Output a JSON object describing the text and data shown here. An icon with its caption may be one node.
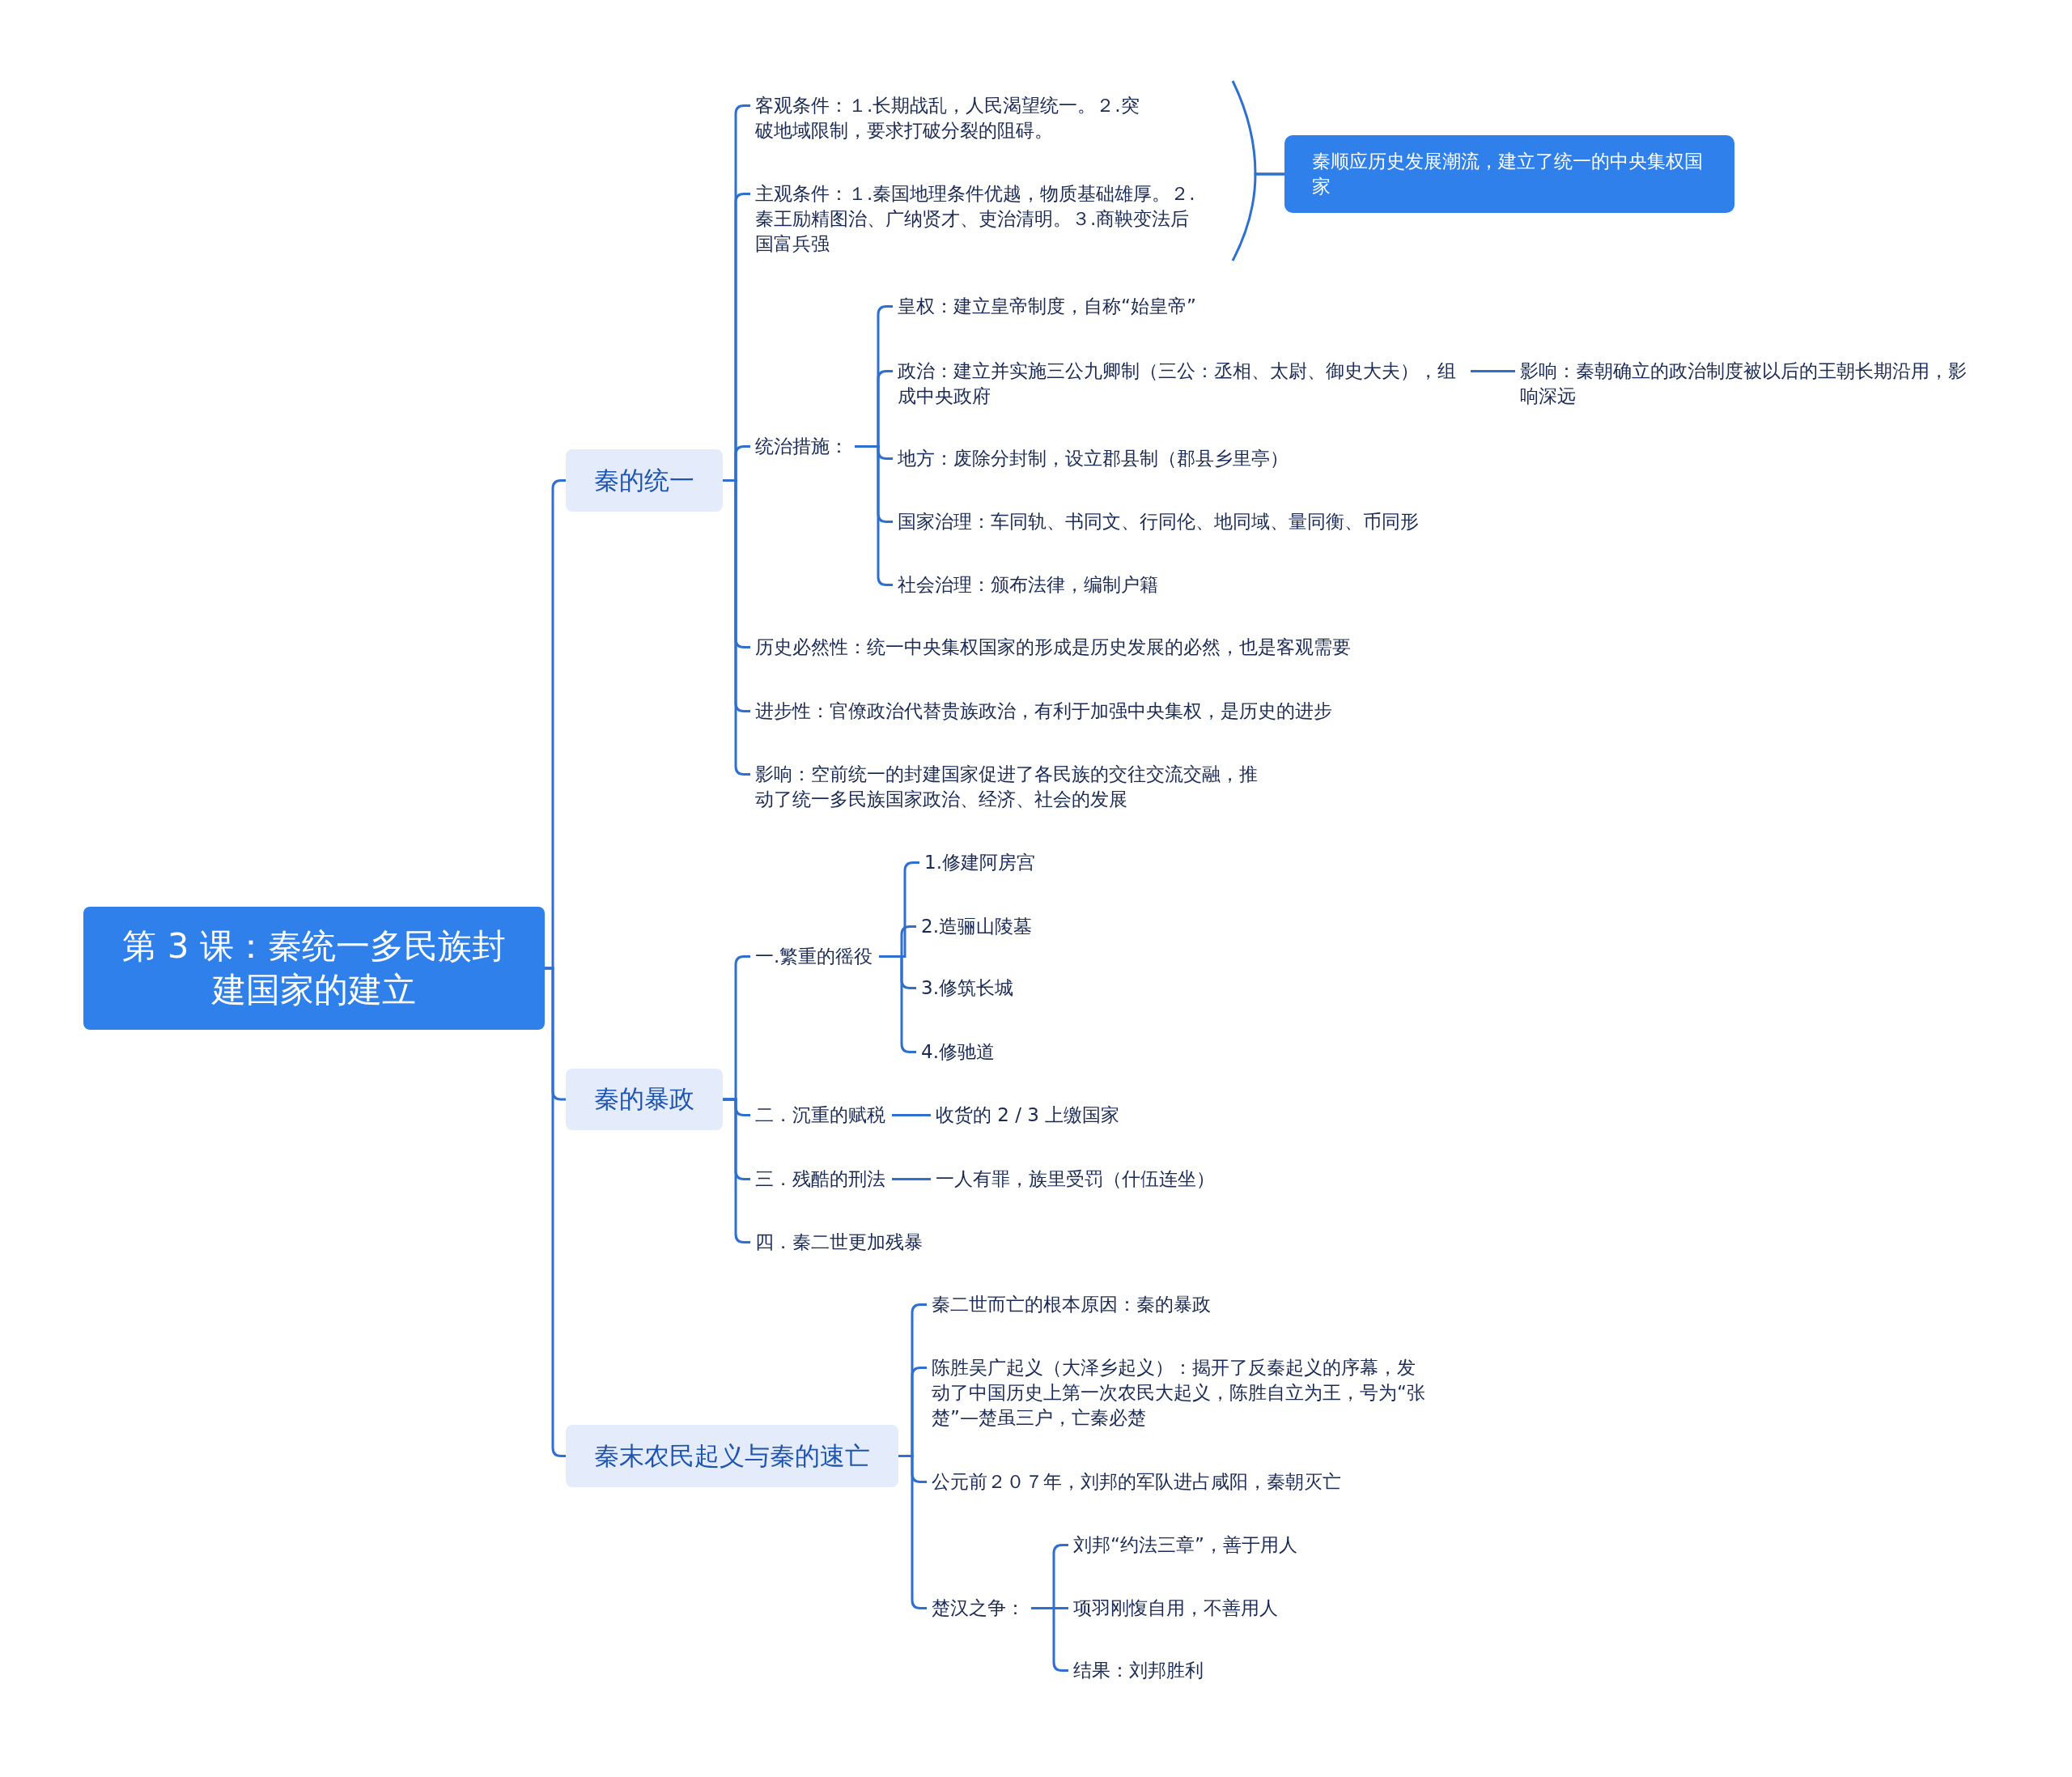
{
  "diagram": {
    "nodes": [
      {
        "text": [
          "第 3 课：秦统一多民族封建国家的建立"
        ]
      },
      {
        "text": [
          "秦的统一"
        ]
      },
      {
        "text": [
          "客观条件：１.长期战乱，人民渴望统一。２.突破地域限制，要求打破分裂的阻碍。"
        ]
      },
      {
        "text": [
          "主观条件：１.秦国地理条件优越，物质基础雄厚。２.秦王励精图治、广纳贤才、吏治清明。３.商鞅变法后国富兵强"
        ]
      },
      {
        "text": [
          "秦顺应历史发展潮流，建立了统一的中央集权国家"
        ]
      },
      {
        "text": [
          "统治措施："
        ]
      },
      {
        "text": [
          "皇权：建立皇帝制度，自称“始皇帝”"
        ]
      },
      {
        "text": [
          "政治：建立并实施三公九卿制（三公：丞相、太尉、御史大夫），组成中央政府"
        ]
      },
      {
        "text": [
          "影响：秦朝确立的政治制度被以后的王朝长期沿用，影响深远"
        ]
      },
      {
        "text": [
          "地方：废除分封制，设立郡县制（郡县乡里亭）"
        ]
      },
      {
        "text": [
          "国家治理：车同轨、书同文、行同伦、地同域、量同衡、币同形"
        ]
      },
      {
        "text": [
          "社会治理：颁布法律，编制户籍"
        ]
      },
      {
        "text": [
          "历史必然性：统一中央集权国家的形成是历史发展的必然，也是客观需要"
        ]
      },
      {
        "text": [
          "进步性：官僚政治代替贵族政治，有利于加强中央集权，是历史的进步"
        ]
      },
      {
        "text": [
          "影响：空前统一的封建国家促进了各民族的交往交流交融，推动了统一多民族国家政治、经济、社会的发展"
        ]
      },
      {
        "text": [
          "秦的暴政"
        ]
      },
      {
        "text": [
          "一.繁重的徭役"
        ]
      },
      {
        "text": [
          "1.修建阿房宫"
        ]
      },
      {
        "text": [
          "2.造骊山陵墓"
        ]
      },
      {
        "text": [
          "3.修筑长城"
        ]
      },
      {
        "text": [
          "4.修驰道"
        ]
      },
      {
        "text": [
          "二．沉重的赋税"
        ]
      },
      {
        "text": [
          "收货的 2 / 3 上缴国家"
        ]
      },
      {
        "text": [
          "三．残酷的刑法"
        ]
      },
      {
        "text": [
          "一人有罪，族里受罚（什伍连坐）"
        ]
      },
      {
        "text": [
          "四．秦二世更加残暴"
        ]
      },
      {
        "text": [
          "秦末农民起义与秦的速亡"
        ]
      },
      {
        "text": [
          "秦二世而亡的根本原因：秦的暴政"
        ]
      },
      {
        "text": [
          "陈胜吴广起义（大泽乡起义）：揭开了反秦起义的序幕，发动了中国历史上第一次农民大起义，陈胜自立为王，号为“张楚”—楚虽三户，亡秦必楚"
        ]
      },
      {
        "text": [
          "公元前２０７年，刘邦的军队进占咸阳，秦朝灭亡"
        ]
      },
      {
        "text": [
          "楚汉之争："
        ]
      },
      {
        "text": [
          "刘邦“约法三章”，善于用人"
        ]
      },
      {
        "text": [
          "项羽刚愎自用，不善用人"
        ]
      },
      {
        "text": [
          "结果：刘邦胜利"
        ]
      }
    ],
    "edges": [
      {
        "from": 0,
        "to": 1,
        "arrow": "none"
      },
      {
        "from": 0,
        "to": 15,
        "arrow": "none"
      },
      {
        "from": 0,
        "to": 26,
        "arrow": "none"
      },
      {
        "from": 1,
        "to": 2,
        "arrow": "none"
      },
      {
        "from": 1,
        "to": 3,
        "arrow": "none"
      },
      {
        "from": 1,
        "to": 5,
        "arrow": "none"
      },
      {
        "from": 1,
        "to": 12,
        "arrow": "none"
      },
      {
        "from": 1,
        "to": 13,
        "arrow": "none"
      },
      {
        "from": 1,
        "to": 14,
        "arrow": "none"
      },
      {
        "from": 2,
        "to": 4,
        "arrow": "none"
      },
      {
        "from": 3,
        "to": 4,
        "arrow": "none"
      },
      {
        "from": 5,
        "to": 6,
        "arrow": "none"
      },
      {
        "from": 5,
        "to": 7,
        "arrow": "none"
      },
      {
        "from": 5,
        "to": 9,
        "arrow": "none"
      },
      {
        "from": 5,
        "to": 10,
        "arrow": "none"
      },
      {
        "from": 5,
        "to": 11,
        "arrow": "none"
      },
      {
        "from": 7,
        "to": 8,
        "arrow": "none"
      },
      {
        "from": 15,
        "to": 16,
        "arrow": "none"
      },
      {
        "from": 15,
        "to": 21,
        "arrow": "none"
      },
      {
        "from": 15,
        "to": 23,
        "arrow": "none"
      },
      {
        "from": 15,
        "to": 25,
        "arrow": "none"
      },
      {
        "from": 16,
        "to": 17,
        "arrow": "none"
      },
      {
        "from": 16,
        "to": 18,
        "arrow": "none"
      },
      {
        "from": 16,
        "to": 19,
        "arrow": "none"
      },
      {
        "from": 16,
        "to": 20,
        "arrow": "none"
      },
      {
        "from": 21,
        "to": 22,
        "arrow": "none"
      },
      {
        "from": 23,
        "to": 24,
        "arrow": "none"
      },
      {
        "from": 26,
        "to": 27,
        "arrow": "none"
      },
      {
        "from": 26,
        "to": 28,
        "arrow": "none"
      },
      {
        "from": 26,
        "to": 29,
        "arrow": "none"
      },
      {
        "from": 26,
        "to": 30,
        "arrow": "none"
      },
      {
        "from": 30,
        "to": 31,
        "arrow": "none"
      },
      {
        "from": 30,
        "to": 32,
        "arrow": "none"
      },
      {
        "from": 30,
        "to": 33,
        "arrow": "none"
      }
    ]
  }
}
